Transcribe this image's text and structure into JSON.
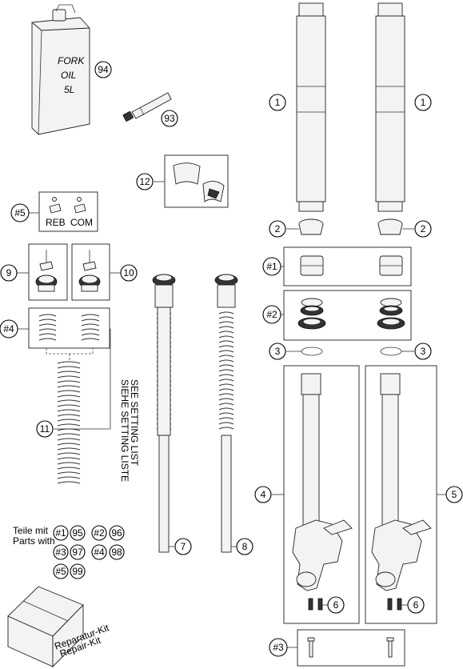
{
  "callouts": {
    "c94": "94",
    "c93": "93",
    "c12": "12",
    "c1a": "1",
    "c1b": "1",
    "c2a": "2",
    "c2b": "2",
    "c3a": "3",
    "c3b": "3",
    "c4": "4",
    "c5": "5",
    "c6a": "6",
    "c6b": "6",
    "c7": "7",
    "c8": "8",
    "c9": "9",
    "c10": "10",
    "c11": "11",
    "h5": "#5",
    "h4": "#4",
    "h1": "#1",
    "h2": "#2",
    "h3": "#3"
  },
  "oil_can": {
    "line1": "FORK",
    "line2": "OIL",
    "line3": "5L"
  },
  "adjusters": {
    "reb": "REB",
    "com": "COM"
  },
  "setting_list": {
    "line1": "SIEHE SETTING LISTE",
    "line2": "SEE SETTING LIST"
  },
  "legend": {
    "title_de": "Teile mit",
    "title_en": "Parts with",
    "pairs": [
      {
        "kit": "#1",
        "num": "95"
      },
      {
        "kit": "#2",
        "num": "96"
      },
      {
        "kit": "#3",
        "num": "97"
      },
      {
        "kit": "#4",
        "num": "98"
      },
      {
        "kit": "#5",
        "num": "99"
      }
    ]
  },
  "repair_kit": {
    "line1": "Reparatur-Kit",
    "line2": "Repair-Kit"
  },
  "colors": {
    "line": "#000000",
    "background": "#ffffff"
  }
}
